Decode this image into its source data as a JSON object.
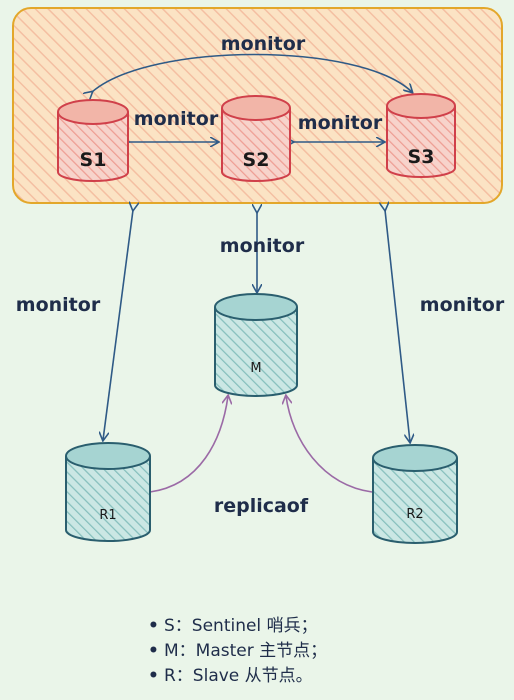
{
  "diagram": {
    "nodes": {
      "s1": "S1",
      "s2": "S2",
      "s3": "S3",
      "m": "M",
      "r1": "R1",
      "r2": "R2"
    },
    "edge_labels": {
      "s1_s3": "monitor",
      "s1_s2": "monitor",
      "s2_s3": "monitor",
      "s2_m": "monitor",
      "s1_r1": "monitor",
      "s3_r2": "monitor",
      "replicaof": "replicaof"
    },
    "colors": {
      "sentinel_fill": "#f2b5a8",
      "sentinel_stroke": "#d0404a",
      "data_fill": "#a6d4d2",
      "data_stroke": "#2a5e6e",
      "group_fill": "#fbe3c4",
      "group_stroke": "#e3a72b",
      "arrow_monitor": "#2f5a86",
      "arrow_replica": "#9b6aa6"
    }
  },
  "legend": [
    {
      "bullet": "•",
      "text": "S：Sentinel 哨兵；"
    },
    {
      "bullet": "•",
      "text": "M：Master 主节点；"
    },
    {
      "bullet": "•",
      "text": "R：Slave 从节点。"
    }
  ]
}
